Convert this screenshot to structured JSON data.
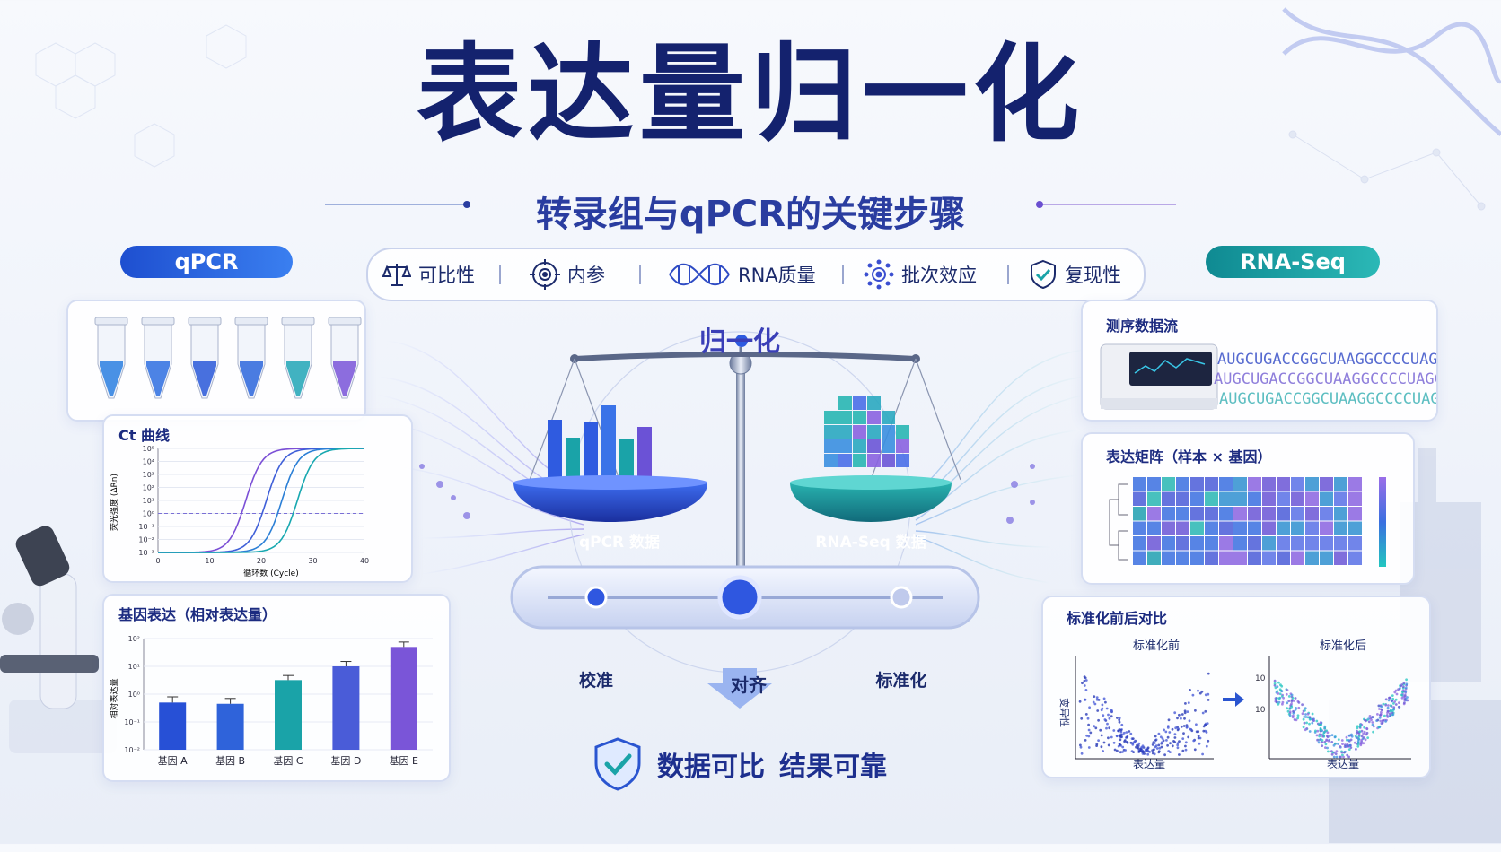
{
  "title": "表达量归一化",
  "subtitle": "转录组与qPCR的关键步骤",
  "pills": {
    "qpcr": "qPCR",
    "rnaseq": "RNA-Seq"
  },
  "keys": [
    {
      "label": "可比性",
      "icon": "balance-icon"
    },
    {
      "label": "内参",
      "icon": "target-icon"
    },
    {
      "label": "RNA质量",
      "icon": "dna-icon"
    },
    {
      "label": "批次效应",
      "icon": "batch-gear-icon"
    },
    {
      "label": "复现性",
      "icon": "shield-check-icon"
    }
  ],
  "center": {
    "label": "归一化",
    "left_pan": "qPCR 数据",
    "right_pan": "RNA-Seq 数据",
    "steps": [
      "校准",
      "对齐",
      "标准化"
    ],
    "conclusion_a": "数据可比",
    "conclusion_b": "结果可靠"
  },
  "ct_card": {
    "title": "Ct 曲线",
    "ylabel": "荧光强度 (ΔRn)",
    "xlabel": "循环数 (Cycle)",
    "yticks": [
      "10⁻³",
      "10⁻²",
      "10⁻¹",
      "10⁰",
      "10¹",
      "10²",
      "10³",
      "10⁴",
      "10⁵"
    ],
    "xticks": [
      "0",
      "10",
      "20",
      "30",
      "40"
    ]
  },
  "gene_card": {
    "title": "基因表达（相对表达量）",
    "ylabel": "相对表达量",
    "yticks": [
      "10⁻²",
      "10⁻¹",
      "10⁰",
      "10¹",
      "10²"
    ]
  },
  "seq_card": {
    "title": "测序数据流",
    "seq_text": "AUGCUGACCGGCUAAGGCCCCUAGCGUGACGCUAGAUGG"
  },
  "matrix_card": {
    "title": "表达矩阵（样本 × 基因）"
  },
  "scatter_card": {
    "title": "标准化前后对比",
    "before": "标准化前",
    "after": "标准化后",
    "ylabel": "变异性",
    "xlabel": "表达量",
    "ytick": "10"
  },
  "chart_data": [
    {
      "type": "bar",
      "title": "基因表达（相对表达量）",
      "ylabel": "相对表达量",
      "yscale": "log",
      "ylim": [
        0.01,
        100
      ],
      "categories": [
        "基因 A",
        "基因 B",
        "基因 C",
        "基因 D",
        "基因 E"
      ],
      "values": [
        0.5,
        0.45,
        3.2,
        10,
        50
      ],
      "errors": [
        0.3,
        0.25,
        1.5,
        5,
        25
      ],
      "colors": [
        "#2750d6",
        "#2f63da",
        "#1aa3a8",
        "#4a5cd8",
        "#7a55d8"
      ]
    },
    {
      "type": "line",
      "title": "Ct 曲线",
      "xlabel": "循环数 (Cycle)",
      "ylabel": "荧光强度 (ΔRn)",
      "xlim": [
        0,
        40
      ],
      "ylim": [
        0.001,
        100000
      ],
      "yscale": "log",
      "threshold": 1,
      "series": [
        {
          "midpoint": 17,
          "color": "#7b4fd6"
        },
        {
          "midpoint": 21,
          "color": "#3f5fd8"
        },
        {
          "midpoint": 24,
          "color": "#2b7fd6"
        },
        {
          "midpoint": 27,
          "color": "#18a8b0"
        }
      ]
    }
  ],
  "colors": {
    "navy": "#14226e",
    "blue": "#2750d6",
    "teal": "#1aa3a8",
    "violet": "#7a55d8"
  }
}
